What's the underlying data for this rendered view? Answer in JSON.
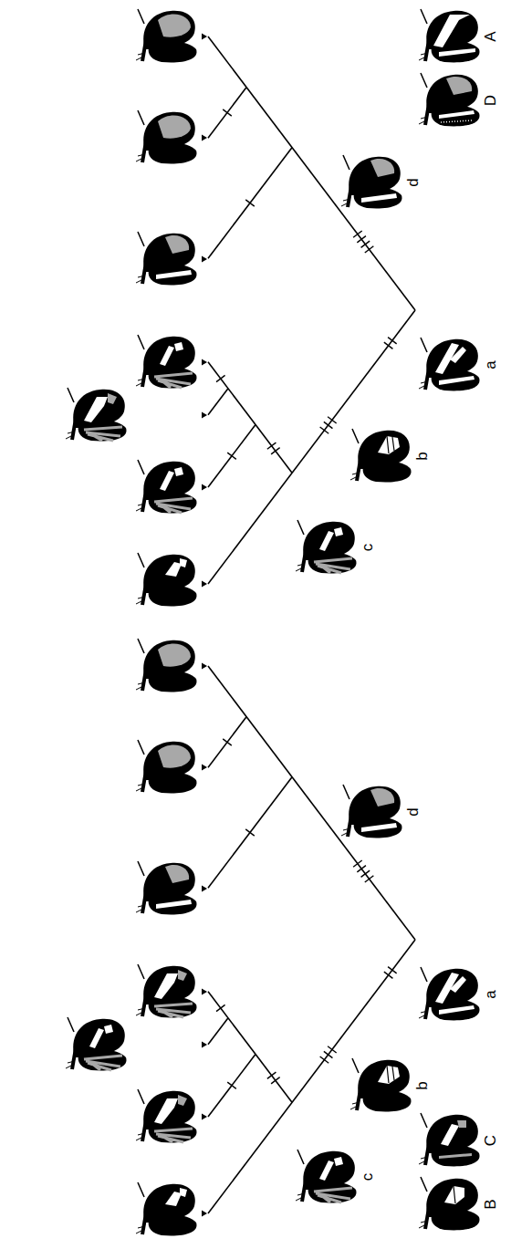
{
  "diagram": {
    "labels": [
      "D",
      "A",
      "d",
      "c",
      "a",
      "b",
      "d",
      "c",
      "a",
      "b",
      "C",
      "B"
    ]
  }
}
